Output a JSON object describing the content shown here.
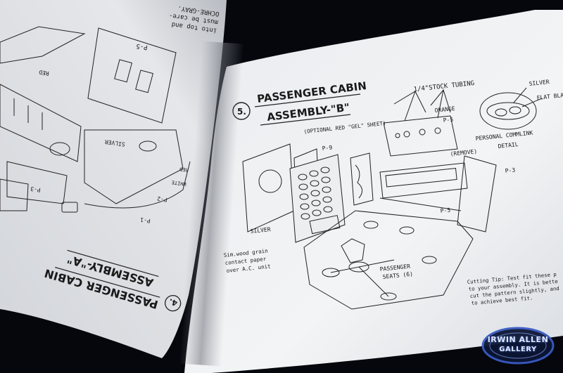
{
  "right_page": {
    "step_number": "5.",
    "heading_line1": "PASSENGER CABIN",
    "heading_line2": "ASSEMBLY-\"B\"",
    "labels": {
      "stock_tubing": "1/4\"STOCK TUBING",
      "silver_top": "SILVER",
      "flat_black": "FLAT BLA",
      "orange": "ORANGE",
      "p5_top": "P-5",
      "personal_commlink": "PERSONAL COMMLINK",
      "detail": "DETAIL",
      "optional_gel": "(OPTIONAL RED \"GEL\" SHEET)",
      "p9": "P-9",
      "remove": "(REMOVE)",
      "p3": "P-3",
      "p5_floor": "P-5",
      "silver_left": "SILVER",
      "woodgrain_1": "Sim.wood grain",
      "woodgrain_2": "contact paper",
      "woodgrain_3": "over A.C. unit",
      "passenger_1": "PASSENGER",
      "passenger_2": "SEATS (6)",
      "tip_1": "Cutting Tip: Test fit these p",
      "tip_2": "to your assembly. It is bette",
      "tip_3": "cut the pattern slightly, and",
      "tip_4": "to achieve best fit."
    }
  },
  "left_page": {
    "step_number": "4.",
    "heading_line1": "PASSENGER CABIN",
    "heading_line2": "ASSEMBLY-\"A\"",
    "top_text_1": "into top and",
    "top_text_2": "must be care-",
    "top_text_3": "OCHRE-GRAY.",
    "labels": {
      "p5": "P-5",
      "red": "RED",
      "silver": "SILVER",
      "p3": "P-3",
      "p2": "P-2",
      "p1": "P-1",
      "white": "WHITE",
      "red2": "RED"
    }
  },
  "watermark": {
    "line1": "IRWIN ALLEN",
    "line2": "GALLERY"
  }
}
